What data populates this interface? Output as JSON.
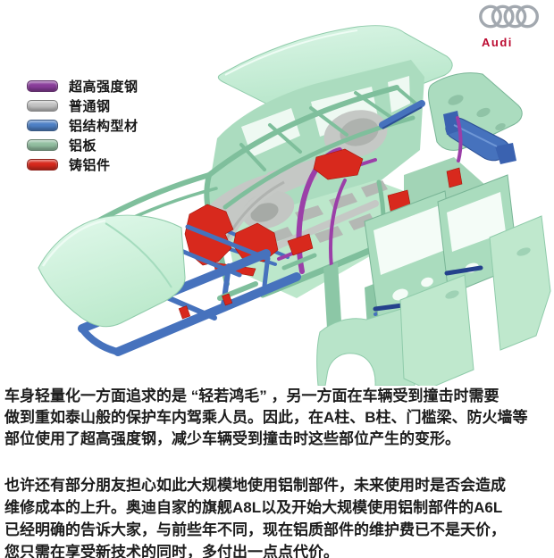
{
  "logo": {
    "brand": "Audi"
  },
  "legend": {
    "items": [
      {
        "label": "超高强度钢",
        "color": "#8a3d9b"
      },
      {
        "label": "普通钢",
        "color": "#c3c3c3"
      },
      {
        "label": "铝结构型材",
        "color": "#4e80c6"
      },
      {
        "label": "铝板",
        "color": "#92bfa1"
      },
      {
        "label": "铸铝件",
        "color": "#d7291d"
      }
    ]
  },
  "paragraphs": [
    {
      "text": "车身轻量化一方面追求的是 “轻若鸿毛” ，另一方面在车辆受到撞击时需要\n做到重如泰山般的保护车内驾乘人员。因此，在A柱、B柱、门槛梁、防火墙等\n部位使用了超高强度钢，减少车辆受到撞击时这些部位产生的变形。"
    },
    {
      "text": "也许还有部分朋友担心如此大规模地使用铝制部件，未来使用时是否会造成\n维修成本的上升。奥迪自家的旗舰A8L以及开始大规模使用铝制部件的A6L\n已经明确的告诉大家，与前些年不同，现在铝质部件的维护费已不是天价，\n您只需在享受新技术的同时，多付出一点点代价。"
    }
  ],
  "colors": {
    "audi_red": "#bb0a30",
    "ring_silver": "#a2a8af",
    "panel_green": "#c6eed7",
    "frame_green": "#7fbf9c",
    "steel_gray": "#c5c8c5",
    "uhss_purple": "#9b3fa8",
    "alu_blue": "#4672bd",
    "beam_navy": "#24418c",
    "cast_red": "#d8291d",
    "text_black": "#1c1c1c"
  }
}
